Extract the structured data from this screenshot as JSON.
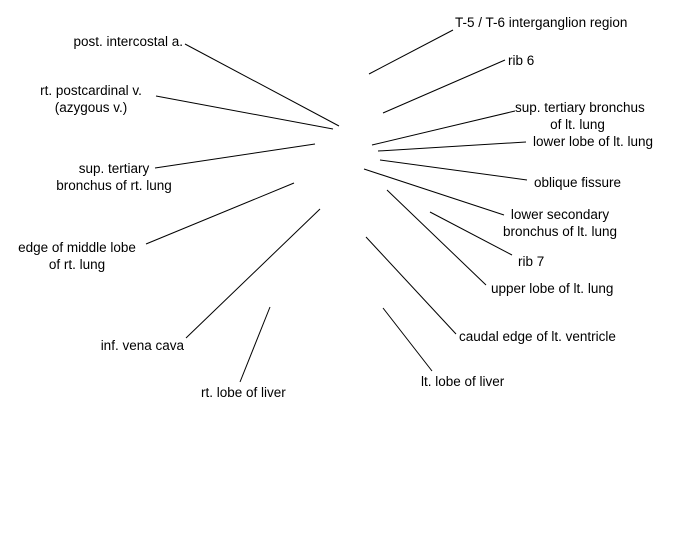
{
  "labels": {
    "t5_t6_region": "T-5 / T-6 interganglion region",
    "post_intercostal": "post. intercostal a.",
    "rib6": "rib 6",
    "rt_postcardinal_l1": "rt. postcardinal v.",
    "rt_postcardinal_l2": "(azygous v.)",
    "sup_tertiary_lt_l1": "sup. tertiary bronchus",
    "sup_tertiary_lt_l2": "of lt. lung",
    "lower_lobe_lt": "lower lobe of lt. lung",
    "sup_tertiary_rt_l1": "sup. tertiary",
    "sup_tertiary_rt_l2": "bronchus of rt. lung",
    "oblique_fissure": "oblique fissure",
    "lower_secondary_l1": "lower secondary",
    "lower_secondary_l2": "bronchus of lt. lung",
    "middle_lobe_l1": "edge of middle lobe",
    "middle_lobe_l2": "of rt. lung",
    "rib7": "rib 7",
    "upper_lobe_lt": "upper lobe of lt. lung",
    "caudal_edge": "caudal edge of lt. ventricle",
    "inf_vena_cava": "inf. vena cava",
    "lt_lobe_liver": "lt. lobe of liver",
    "rt_lobe_liver": "rt. lobe of liver"
  }
}
